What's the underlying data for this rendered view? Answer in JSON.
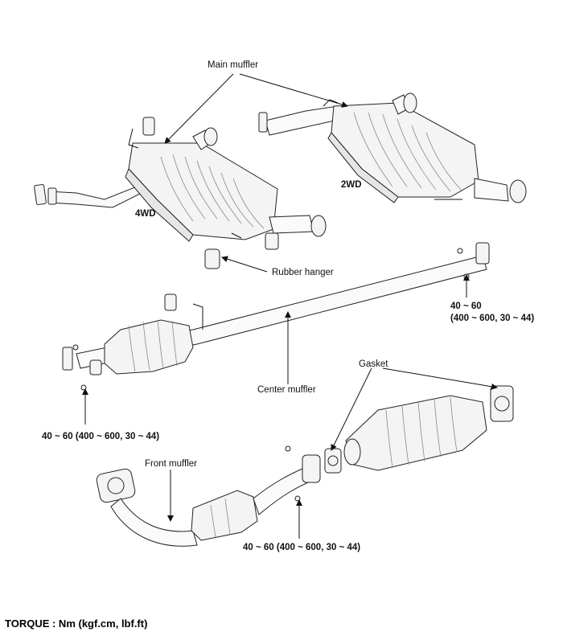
{
  "labels": {
    "main_muffler": "Main muffler",
    "wd4": "4WD",
    "wd2": "2WD",
    "rubber_hanger": "Rubber hanger",
    "center_muffler": "Center muffler",
    "gasket": "Gasket",
    "front_muffler": "Front muffler"
  },
  "torque": {
    "right_line1": "40 ~ 60",
    "right_line2": "(400 ~ 600, 30 ~ 44)",
    "left": "40 ~ 60 (400 ~ 600, 30 ~ 44)",
    "bottom": "40 ~ 60 (400 ~ 600, 30 ~ 44)"
  },
  "footer": "TORQUE : Nm (kgf.cm, lbf.ft)"
}
